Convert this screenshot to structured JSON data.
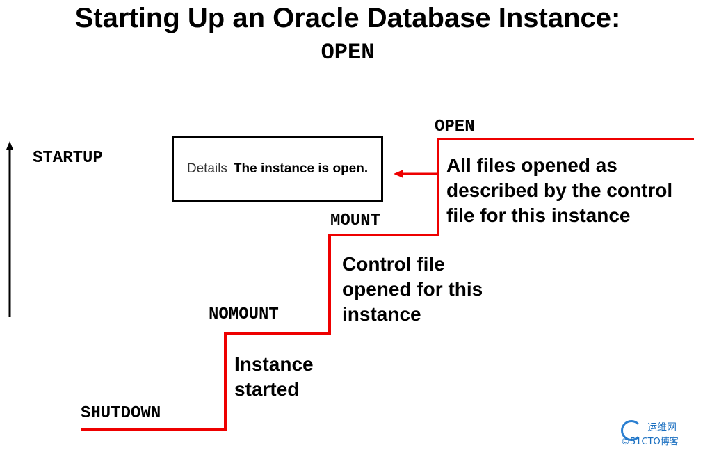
{
  "title": "Starting Up an Oracle Database Instance:",
  "subtitle": "OPEN",
  "axis_label": "STARTUP",
  "stages": {
    "shutdown": "SHUTDOWN",
    "nomount": "NOMOUNT",
    "mount": "MOUNT",
    "open": "OPEN"
  },
  "descriptions": {
    "nomount": [
      "Instance",
      "started"
    ],
    "mount": [
      "Control file",
      "opened for this",
      "instance"
    ],
    "open": [
      "All files opened as",
      "described by the control",
      "file for this instance"
    ]
  },
  "details_box": {
    "label": "Details",
    "text": "The instance is open."
  },
  "colors": {
    "step_line": "#ee0000",
    "axis": "#000000"
  },
  "watermark": {
    "name": "运维网",
    "site": "©51CTO博客"
  }
}
